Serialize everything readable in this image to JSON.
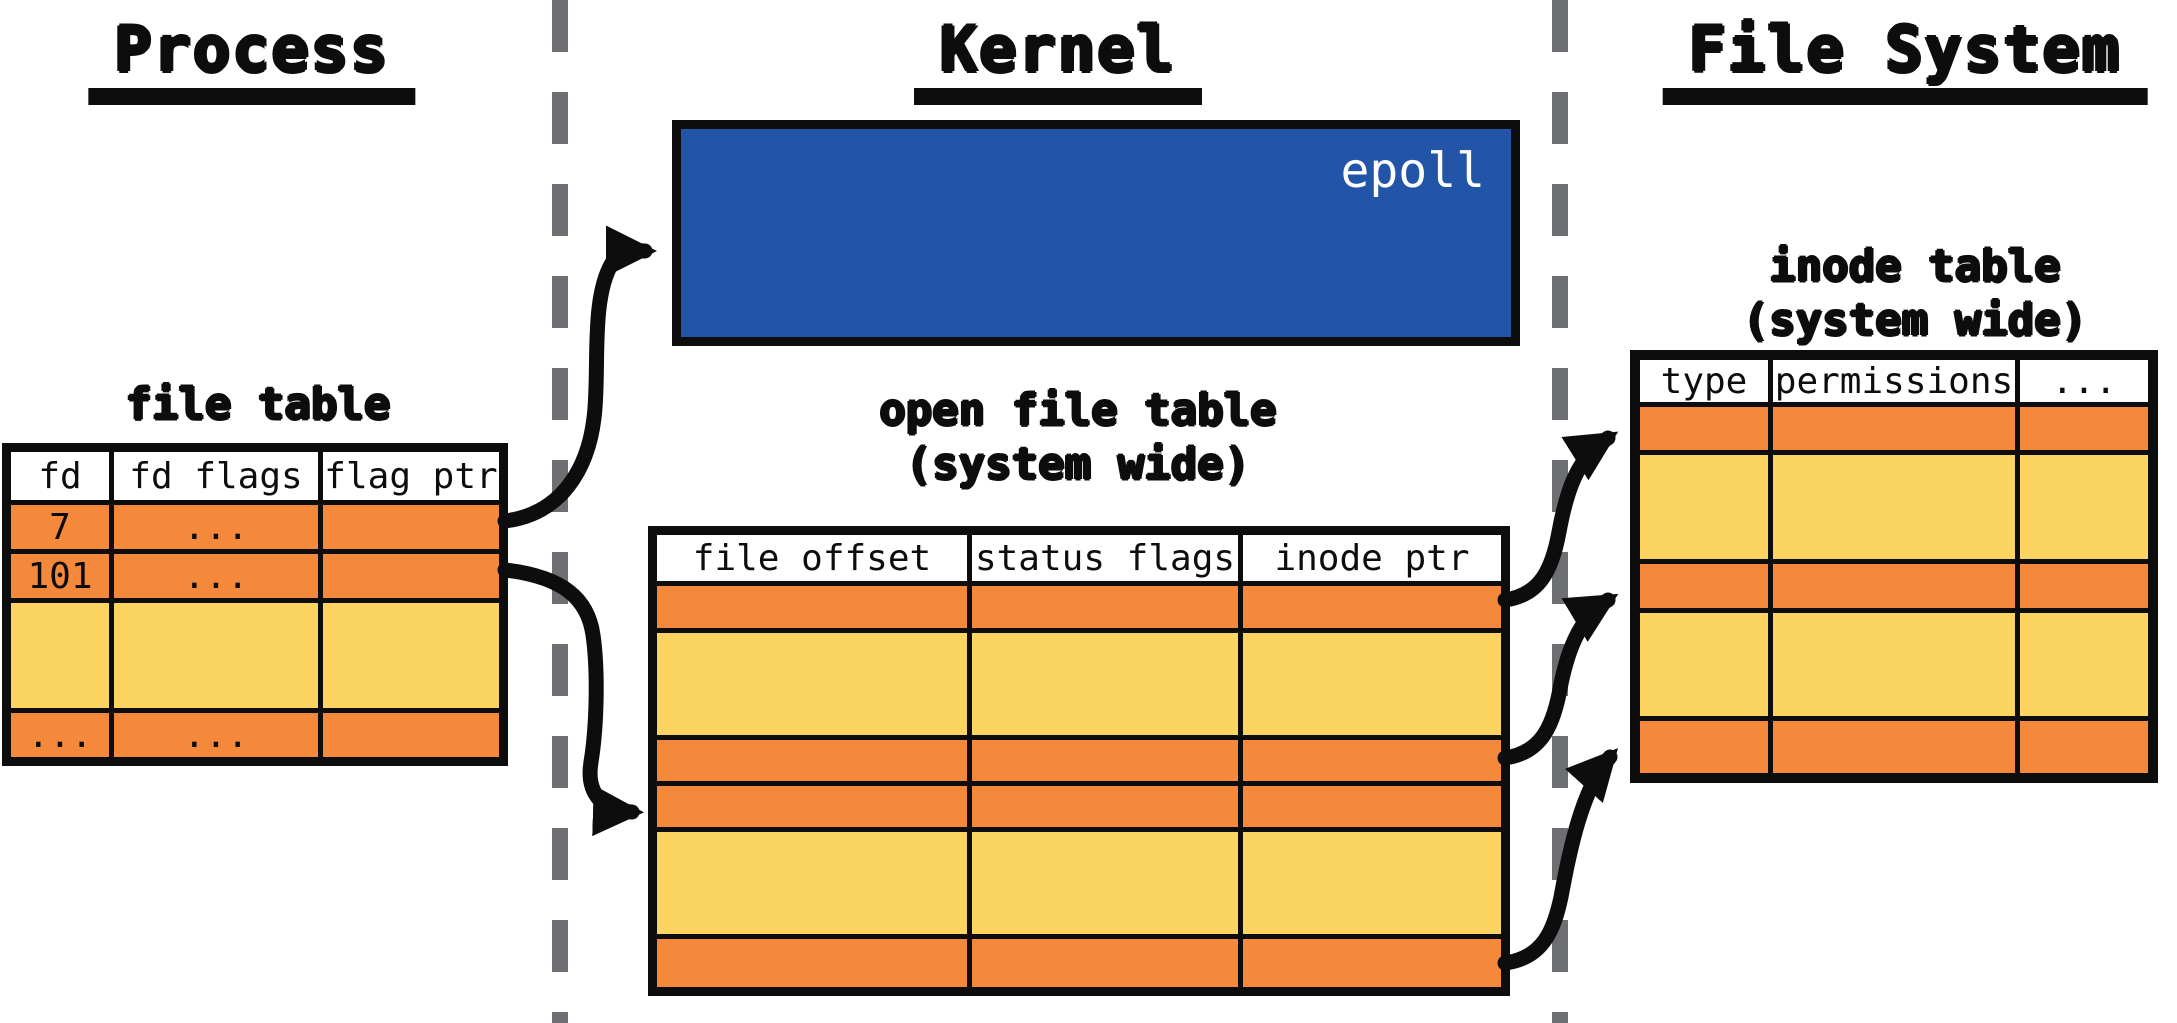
{
  "sections": {
    "process": {
      "title": "Process"
    },
    "kernel": {
      "title": "Kernel"
    },
    "file_system": {
      "title": "File System"
    }
  },
  "epoll": {
    "label": "epoll"
  },
  "process_table": {
    "caption": "file table",
    "headers": [
      "fd",
      "fd flags",
      "flag ptr"
    ],
    "rows": [
      {
        "fd": "7",
        "fd_flags": "...",
        "flag_ptr": ""
      },
      {
        "fd": "101",
        "fd_flags": "...",
        "flag_ptr": ""
      },
      {
        "fd": "",
        "fd_flags": "",
        "flag_ptr": ""
      },
      {
        "fd": "...",
        "fd_flags": "...",
        "flag_ptr": ""
      }
    ],
    "row_fill_pattern": [
      "orange",
      "orange",
      "yellow",
      "orange"
    ]
  },
  "open_file_table": {
    "caption_line1": "open file table",
    "caption_line2": "(system wide)",
    "headers": [
      "file offset",
      "status flags",
      "inode ptr"
    ],
    "row_fill_pattern": [
      "orange",
      "yellow",
      "orange",
      "orange",
      "yellow",
      "orange"
    ]
  },
  "inode_table": {
    "caption_line1": "inode table",
    "caption_line2": "(system wide)",
    "headers": [
      "type",
      "permissions",
      "..."
    ],
    "row_fill_pattern": [
      "orange",
      "yellow",
      "orange",
      "yellow",
      "orange"
    ]
  },
  "colors": {
    "orange": "#F5893B",
    "yellow": "#FCD462",
    "blue": "#2254A7",
    "line_black": "#0D0D0D",
    "divider_gray": "#6E6F72",
    "background": "#FFFFFF",
    "epoll_text": "#FFFFFF"
  }
}
